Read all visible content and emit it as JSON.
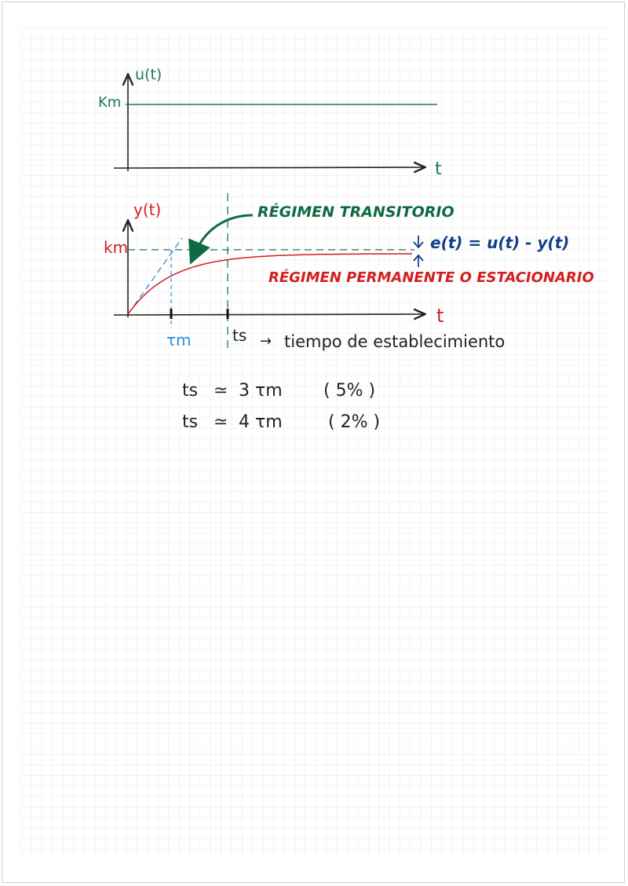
{
  "colors": {
    "grid": "#eeeeee",
    "ink": "#222222",
    "green": "#1e7a4e",
    "dark_green": "#0d6b42",
    "red": "#d21f1f",
    "blue": "#2b8fe0",
    "dark_blue": "#123f8c"
  },
  "input_plot": {
    "y_label": "u(t)",
    "level_label": "Km",
    "x_label": "t"
  },
  "output_plot": {
    "y_label": "y(t)",
    "level_label": "km",
    "x_label": "t",
    "tau_label": "τm",
    "ts_label": "ts",
    "error_label": "e(t) = u(t) - y(t)",
    "transient_label": "RÉGIMEN TRANSITORIO",
    "steady_label": "RÉGIMEN PERMANENTE O ESTACIONARIO",
    "ts_note": "tiempo de establecimiento"
  },
  "formulas": [
    {
      "lhs": "ts",
      "approx": "≃",
      "rhs": "3 τm",
      "percent": "( 5% )"
    },
    {
      "lhs": "ts",
      "approx": "≃",
      "rhs": "4 τm",
      "percent": "( 2% )"
    }
  ]
}
